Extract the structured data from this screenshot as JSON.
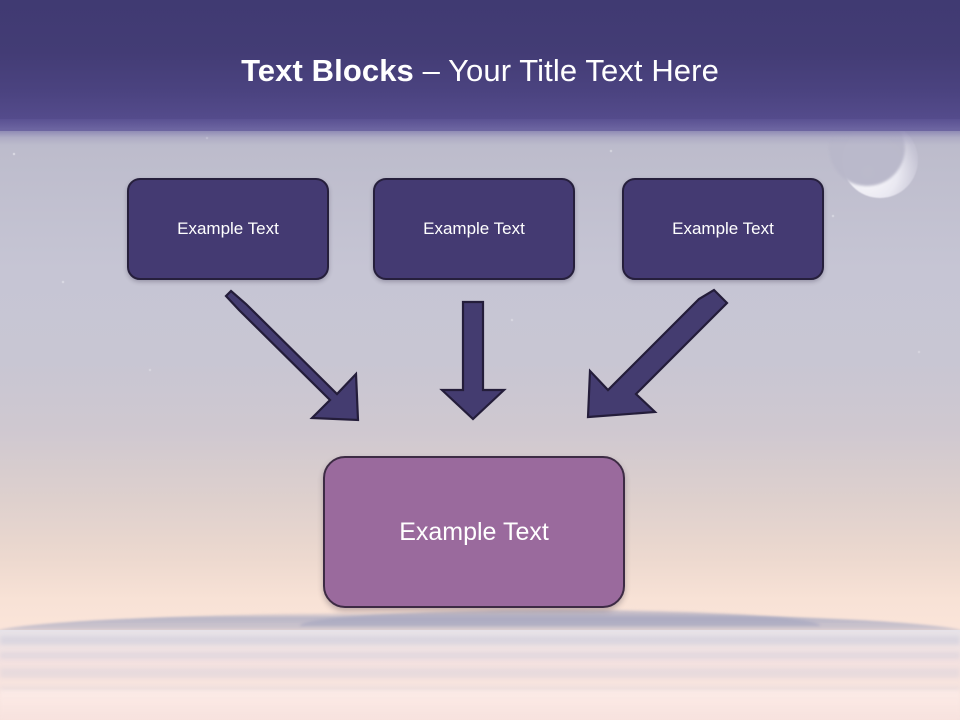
{
  "slide": {
    "title": {
      "strong": "Text Blocks",
      "dash": " – ",
      "light": "Your Title Text Here",
      "full": "Text Blocks – Your Title Text Here"
    },
    "background": {
      "scene": "dusk-sky-over-sea",
      "header_color_top": "#403a72",
      "header_color_bottom": "#564d8e",
      "sky_mid_color": "#c6c5d4",
      "horizon_color": "#fae4d9",
      "moon": "crescent-moon"
    }
  },
  "top_boxes": [
    {
      "label": "Example Text",
      "fill": "#443a72",
      "border": "#261f3c"
    },
    {
      "label": "Example Text",
      "fill": "#443a72",
      "border": "#261f3c"
    },
    {
      "label": "Example Text",
      "fill": "#443a72",
      "border": "#261f3c"
    }
  ],
  "bottom_box": {
    "label": "Example Text",
    "fill": "#9a6a9d",
    "border": "#3d2b44"
  },
  "arrows": [
    {
      "name": "arrow-left-diagonal",
      "direction": "down-right",
      "color": "#443c70"
    },
    {
      "name": "arrow-center-vertical",
      "direction": "down",
      "color": "#443c70"
    },
    {
      "name": "arrow-right-diagonal",
      "direction": "down-left",
      "color": "#443c70"
    }
  ]
}
